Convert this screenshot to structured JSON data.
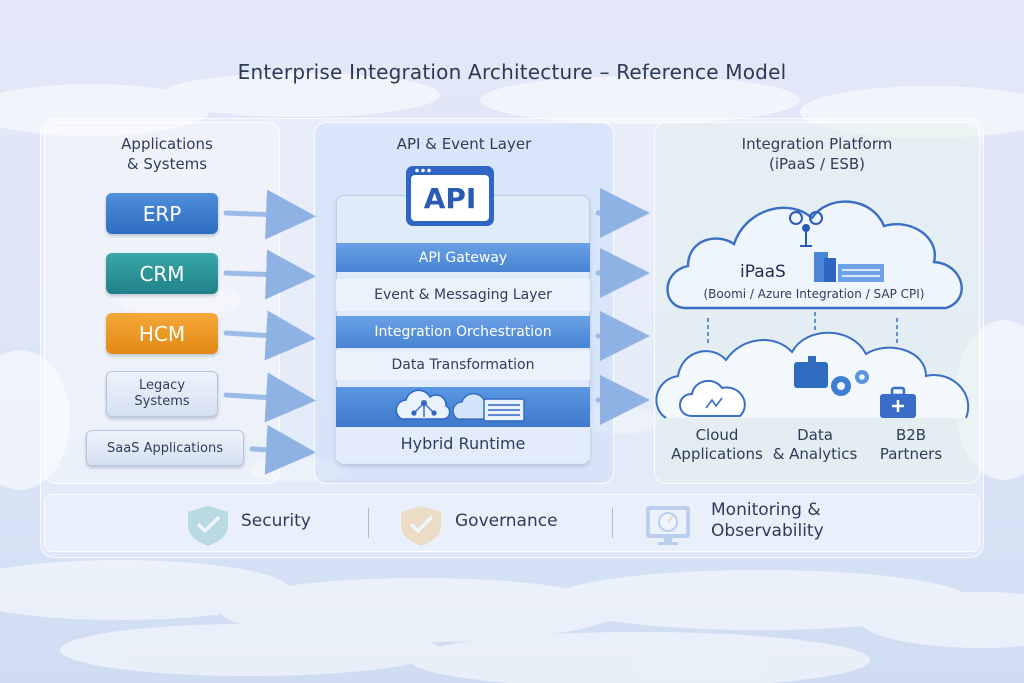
{
  "title": "Enterprise Integration Architecture – Reference Model",
  "columns": {
    "applications": {
      "heading_line1": "Applications",
      "heading_line2": "& Systems",
      "items": [
        {
          "label": "ERP",
          "color": "#3a7cd0"
        },
        {
          "label": "CRM",
          "color": "#2a9396"
        },
        {
          "label": "HCM",
          "color": "#ec9a26"
        },
        {
          "label_line1": "Legacy",
          "label_line2": "Systems"
        },
        {
          "label": "SaaS Applications"
        }
      ]
    },
    "api_layer": {
      "heading": "API & Event Layer",
      "badge": "API",
      "layers": [
        "API Gateway",
        "Event & Messaging Layer",
        "Integration Orchestration",
        "Data Transformation",
        "Hybrid Runtime"
      ]
    },
    "platform": {
      "heading_line1": "Integration Platform",
      "heading_line2": "(iPaaS / ESB)",
      "ipaas_title": "iPaaS",
      "ipaas_subtitle": "(Boomi / Azure Integration / SAP CPI)",
      "destinations": [
        {
          "label_line1": "Cloud",
          "label_line2": "Applications",
          "icon": "cloud-icon"
        },
        {
          "label_line1": "Data",
          "label_line2": "& Analytics",
          "icon": "analytics-gears-icon"
        },
        {
          "label_line1": "B2B",
          "label_line2": "Partners",
          "icon": "briefcase-icon"
        }
      ]
    }
  },
  "footer": {
    "security": "Security",
    "governance": "Governance",
    "monitoring_line1": "Monitoring &",
    "monitoring_line2": "Observability"
  },
  "colors": {
    "accent_blue": "#4784d3",
    "teal": "#2a9396",
    "orange": "#ec9a26",
    "navy_text": "#2b3a55"
  }
}
